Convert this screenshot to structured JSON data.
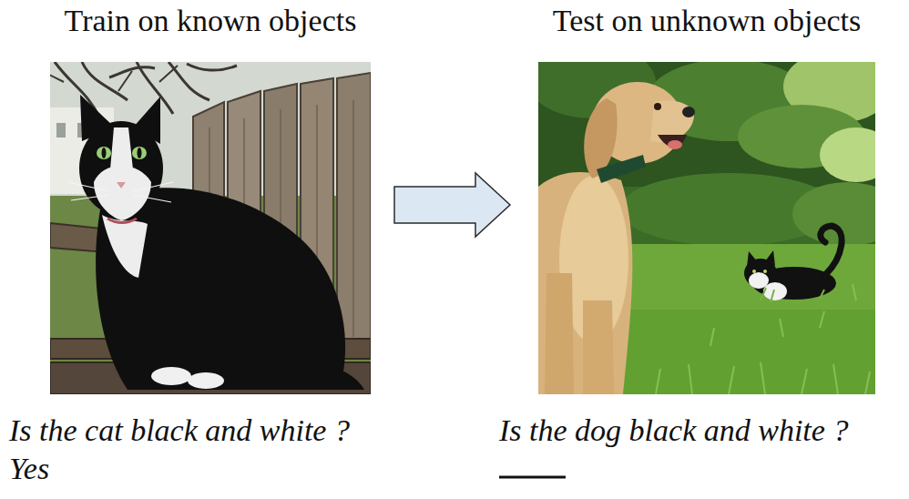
{
  "diagram": {
    "nodes": [
      {
        "text": [
          "Train on known objects",
          "Is the cat black and white ?",
          "Yes"
        ]
      },
      {
        "text": [
          "Test on unknown objects",
          "Is the dog black and white ?"
        ]
      }
    ],
    "edges": [
      {
        "from": 0,
        "to": 1,
        "arrow": "to"
      }
    ]
  }
}
